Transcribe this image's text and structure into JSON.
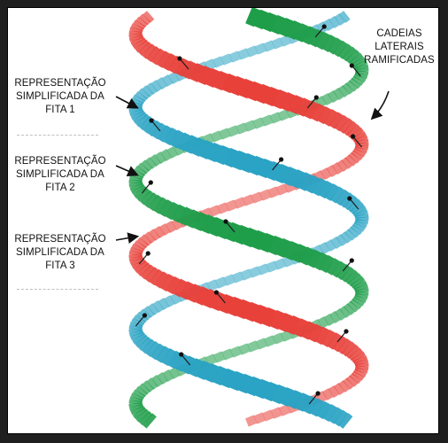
{
  "labels": {
    "strand1": [
      "REPRESENTAÇÃO",
      "SIMPLIFICADA DA",
      "FITA 1"
    ],
    "strand2": [
      "REPRESENTAÇÃO",
      "SIMPLIFICADA DA",
      "FITA 2"
    ],
    "strand3": [
      "REPRESENTAÇÃO",
      "SIMPLIFICADA DA",
      "FITA 3"
    ],
    "side_chains": [
      "CADEIAS",
      "LATERAIS",
      "RAMIFICADAS"
    ]
  },
  "colors": {
    "green": "#1f9e4a",
    "red": "#e8413a",
    "blue": "#2aa3c4",
    "background": "#ffffff",
    "frame_border": "#000000",
    "page_background": "#1f1f1f"
  },
  "diagram": {
    "strand_count": 3,
    "strands": [
      {
        "name": "green",
        "color_key": "green"
      },
      {
        "name": "blue",
        "color_key": "blue"
      },
      {
        "name": "red",
        "color_key": "red"
      }
    ]
  }
}
